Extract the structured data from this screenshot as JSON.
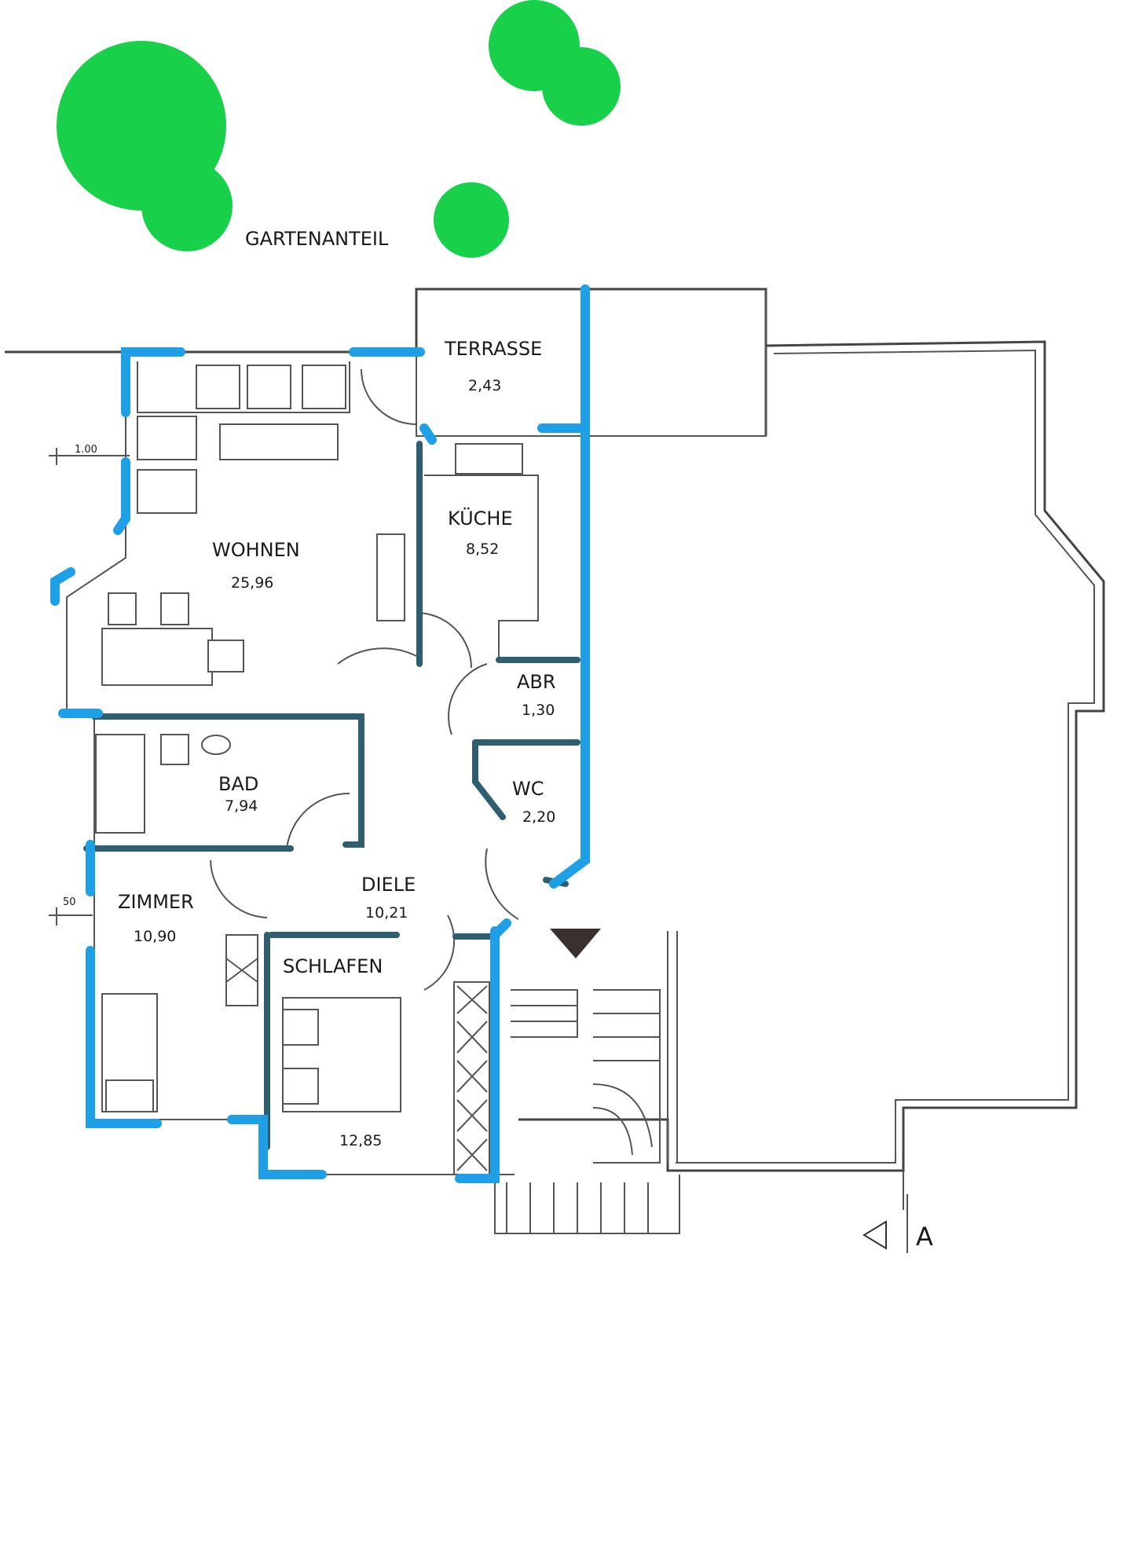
{
  "labels": {
    "garden": "GARTENANTEIL",
    "terrace_name": "TERRASSE",
    "terrace_area": "2,43",
    "kitchen_name": "KÜCHE",
    "kitchen_area": "8,52",
    "living_name": "WOHNEN",
    "living_area": "25,96",
    "storage_name": "ABR",
    "storage_area": "1,30",
    "bath_name": "BAD",
    "bath_area": "7,94",
    "wc_name": "WC",
    "wc_area": "2,20",
    "hall_name": "DIELE",
    "hall_area": "10,21",
    "room_name": "ZIMMER",
    "room_area": "10,90",
    "bedroom_name": "SCHLAFEN",
    "bedroom_area": "12,85",
    "dim_top": "1.00",
    "dim_side": "50",
    "section_marker": "A"
  },
  "colors": {
    "trees": "#18d04a",
    "highlight_walls": "#1e9fe6",
    "interior_walls": "#2f5f6e"
  }
}
